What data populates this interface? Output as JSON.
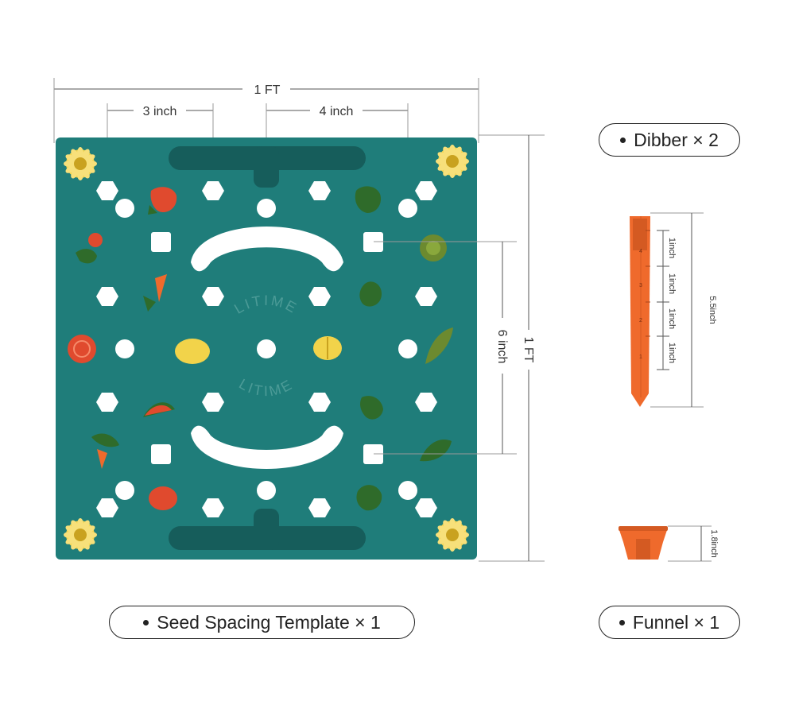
{
  "dimensions": {
    "top_width": "1 FT",
    "spacing_a": "3 inch",
    "spacing_b": "4 inch",
    "right_height": "1 FT",
    "spacing_vertical": "6 inch"
  },
  "board": {
    "brand": "LITIME",
    "color": "#1f7d7a"
  },
  "dibber": {
    "length": "5.5inch",
    "segments": [
      "1inch",
      "1inch",
      "1inch",
      "1inch"
    ],
    "marks": [
      "4",
      "3",
      "2",
      "1"
    ],
    "color": "#ef6a2c"
  },
  "funnel": {
    "height": "1.8inch",
    "color": "#ef6a2c"
  },
  "labels": {
    "template": "Seed Spacing Template × 1",
    "dibber": "Dibber × 2",
    "funnel": "Funnel × 1"
  }
}
